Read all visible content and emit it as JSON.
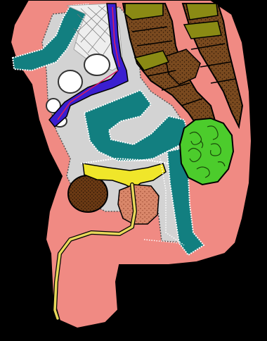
{
  "diagram": {
    "caption": "",
    "palette": {
      "background": "#000000",
      "body_tissue": "#f08a83",
      "peritoneum": "#d3d3d3",
      "bladder_intestine": "#127f80",
      "vessel": "#3b1fd0",
      "vessel_inner": "#d31b66",
      "seminal_vesicle": "#f0e62a",
      "prostate": "#d9876a",
      "gland_dark": "#6b3a14",
      "vertebra": "#7a4a1f",
      "disc": "#8a8a14",
      "mass_green": "#4ccc2c",
      "urethra": "#e8d85a",
      "bone_white": "#ffffff"
    },
    "structures": [
      {
        "id": "pelvic-wall",
        "kind": "tissue"
      },
      {
        "id": "bladder-loop",
        "kind": "organ"
      },
      {
        "id": "vertebral-column",
        "kind": "bone"
      },
      {
        "id": "intervertebral-discs",
        "kind": "cartilage"
      },
      {
        "id": "blood-vessel",
        "kind": "vessel"
      },
      {
        "id": "seminal-vesicle",
        "kind": "gland"
      },
      {
        "id": "prostate",
        "kind": "gland"
      },
      {
        "id": "gland-dark",
        "kind": "gland"
      },
      {
        "id": "green-mass",
        "kind": "mass"
      },
      {
        "id": "urethra",
        "kind": "duct"
      },
      {
        "id": "white-nodules",
        "kind": "tissue"
      }
    ]
  }
}
